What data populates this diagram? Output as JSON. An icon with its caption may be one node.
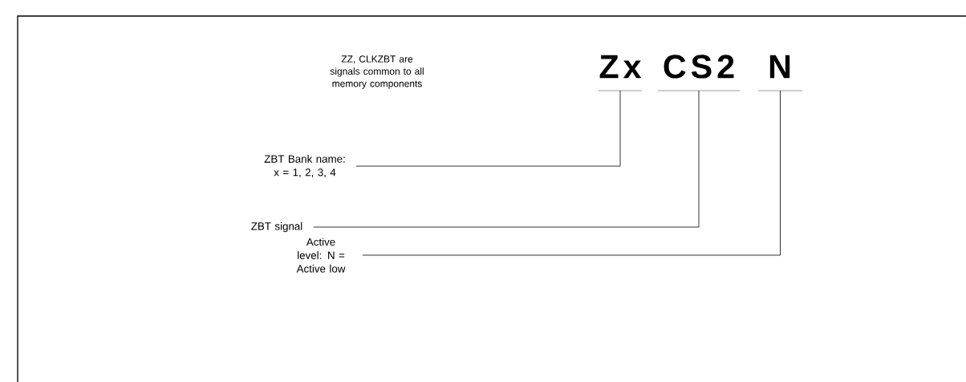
{
  "diagram": {
    "nodes": [
      {
        "text": [
          "Zx"
        ]
      },
      {
        "text": [
          "CS2"
        ]
      },
      {
        "text": [
          "N"
        ]
      },
      {
        "text": [
          "ZBT Bank name: x = 1, 2, 3, 4"
        ]
      },
      {
        "text": [
          "ZBT signal"
        ]
      },
      {
        "text": [
          "Active level: N = Active low"
        ]
      }
    ],
    "edges": [
      {
        "from": 3,
        "to": 0,
        "arrow": "none"
      },
      {
        "from": 4,
        "to": 1,
        "arrow": "none"
      },
      {
        "from": 5,
        "to": 2,
        "arrow": "none"
      }
    ],
    "labels": [
      "ZZ, CLKZBT are signals common to all memory components"
    ]
  }
}
